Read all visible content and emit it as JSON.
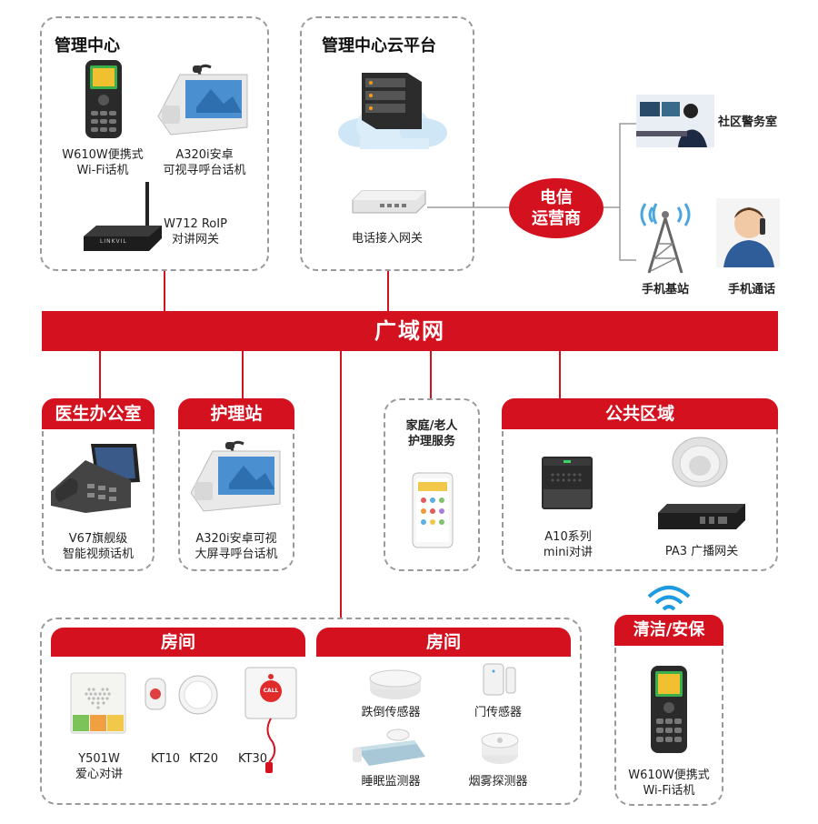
{
  "mgmt_center": {
    "title": "管理中心",
    "w610w_label": "W610W便携式\nWi-Fi话机",
    "a320i_label": "A320i安卓\n可视寻呼台话机",
    "w712_label": "W712 RoIP\n对讲网关",
    "w712_brand": "LINKVIL"
  },
  "cloud": {
    "title": "管理中心云平台",
    "gateway_label": "电话接入网关"
  },
  "carrier": {
    "label": "电信\n运营商",
    "police_label": "社区警务室",
    "tower_label": "手机基站",
    "mobile_label": "手机通话"
  },
  "wan": {
    "label": "广域网"
  },
  "doctor": {
    "header": "医生办公室",
    "device_label": "V67旗舰级\n智能视频话机"
  },
  "nurse": {
    "header": "护理站",
    "device_label": "A320i安卓可视\n大屏寻呼台话机"
  },
  "home": {
    "title": "家庭/老人\n护理服务"
  },
  "public": {
    "header": "公共区域",
    "a10_label": "A10系列\nmini对讲",
    "pa3_label": "PA3 广播网关"
  },
  "room1": {
    "header": "房间",
    "y501w_label": "Y501W\n爱心对讲",
    "kt10_label": "KT10",
    "kt20_label": "KT20",
    "kt30_label": "KT30",
    "kt30_button": "CALL"
  },
  "room2": {
    "header": "房间",
    "fall_label": "跌倒传感器",
    "door_label": "门传感器",
    "sleep_label": "睡眠监测器",
    "smoke_label": "烟雾探测器"
  },
  "cleaning": {
    "header": "清洁/安保",
    "device_label": "W610W便携式\nWi-Fi话机"
  },
  "colors": {
    "accent": "#d4111e",
    "dash": "#9a9a9a"
  }
}
